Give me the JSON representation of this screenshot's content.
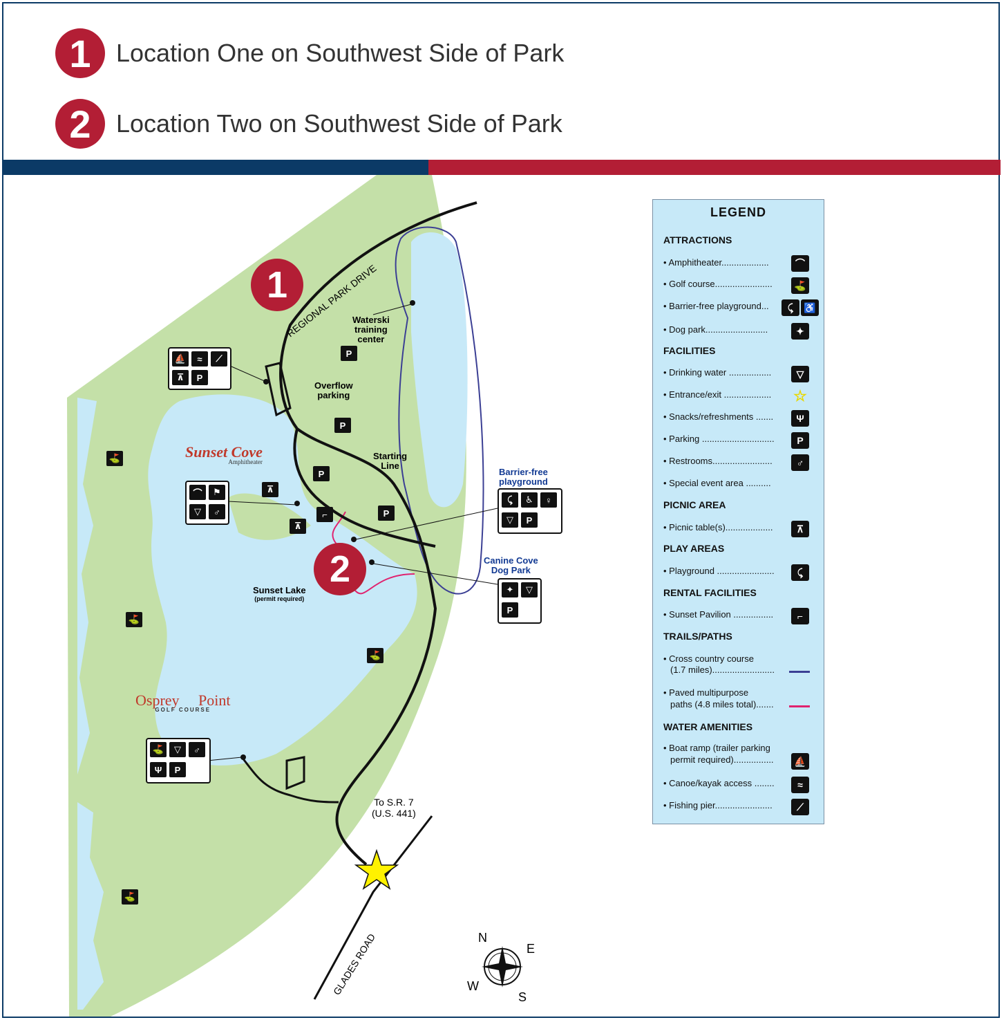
{
  "header": {
    "locations": [
      {
        "number": "1",
        "text": "Location One on Southwest Side of Park"
      },
      {
        "number": "2",
        "text": "Location Two on Southwest Side of Park"
      }
    ]
  },
  "colors": {
    "brand_red": "#b31e35",
    "brand_blue": "#0b3a66",
    "park_green": "#c4e0a8",
    "water": "#c7e9f8",
    "cross_country": "#3b3f94",
    "paved_path": "#e0236f"
  },
  "map": {
    "roads": {
      "regional": "REGIONAL PARK DRIVE",
      "glades": "GLADES ROAD",
      "sr7": "To S.R. 7",
      "us441": "(U.S. 441)"
    },
    "labels": {
      "waterski_1": "Waterski",
      "waterski_2": "training",
      "waterski_3": "center",
      "overflow_1": "Overflow",
      "overflow_2": "parking",
      "starting_1": "Starting",
      "starting_2": "Line",
      "playground_1": "Barrier-free",
      "playground_2": "playground",
      "dogpark_1": "Canine Cove",
      "dogpark_2": "Dog Park",
      "lake": "Sunset Lake",
      "lake_permit": "(permit required)"
    },
    "logos": {
      "sunset": "Sunset",
      "cove": "Cove",
      "amphitheater": "Amphitheater",
      "osprey": "Osprey",
      "point": "Point",
      "golf": "GOLF COURSE"
    },
    "badges": {
      "one": "1",
      "two": "2"
    },
    "parking_symbol": "P",
    "compass": {
      "n": "N",
      "e": "E",
      "s": "S",
      "w": "W"
    }
  },
  "legend": {
    "title": "LEGEND",
    "sections": {
      "attractions": "ATTRACTIONS",
      "facilities": "FACILITIES",
      "picnic": "PICNIC AREA",
      "play": "PLAY AREAS",
      "rental": "RENTAL FACILITIES",
      "trails": "TRAILS/PATHS",
      "water": "WATER AMENITIES"
    },
    "items": {
      "amphitheater": "• Amphitheater...................",
      "golf": "• Golf course.......................",
      "barrier_free": "• Barrier-free playground...",
      "dog_park": "• Dog park.........................",
      "drinking": "• Drinking water .................",
      "entrance": "• Entrance/exit ...................",
      "snacks": "• Snacks/refreshments .......",
      "parking": "• Parking .............................",
      "restrooms": "• Restrooms........................",
      "special": "• Special event area ..........",
      "picnic_table": "• Picnic table(s)...................",
      "playground": "• Playground .......................",
      "pavilion": "• Sunset Pavilion ................",
      "cross_1": "• Cross country course",
      "cross_2": "(1.7 miles).........................",
      "paved_1": "• Paved multipurpose",
      "paved_2": "paths (4.8 miles total).......",
      "boat_1": "• Boat ramp (trailer parking",
      "boat_2": "permit required)................",
      "canoe": "• Canoe/kayak access ........",
      "fishing": "• Fishing pier......................."
    }
  }
}
